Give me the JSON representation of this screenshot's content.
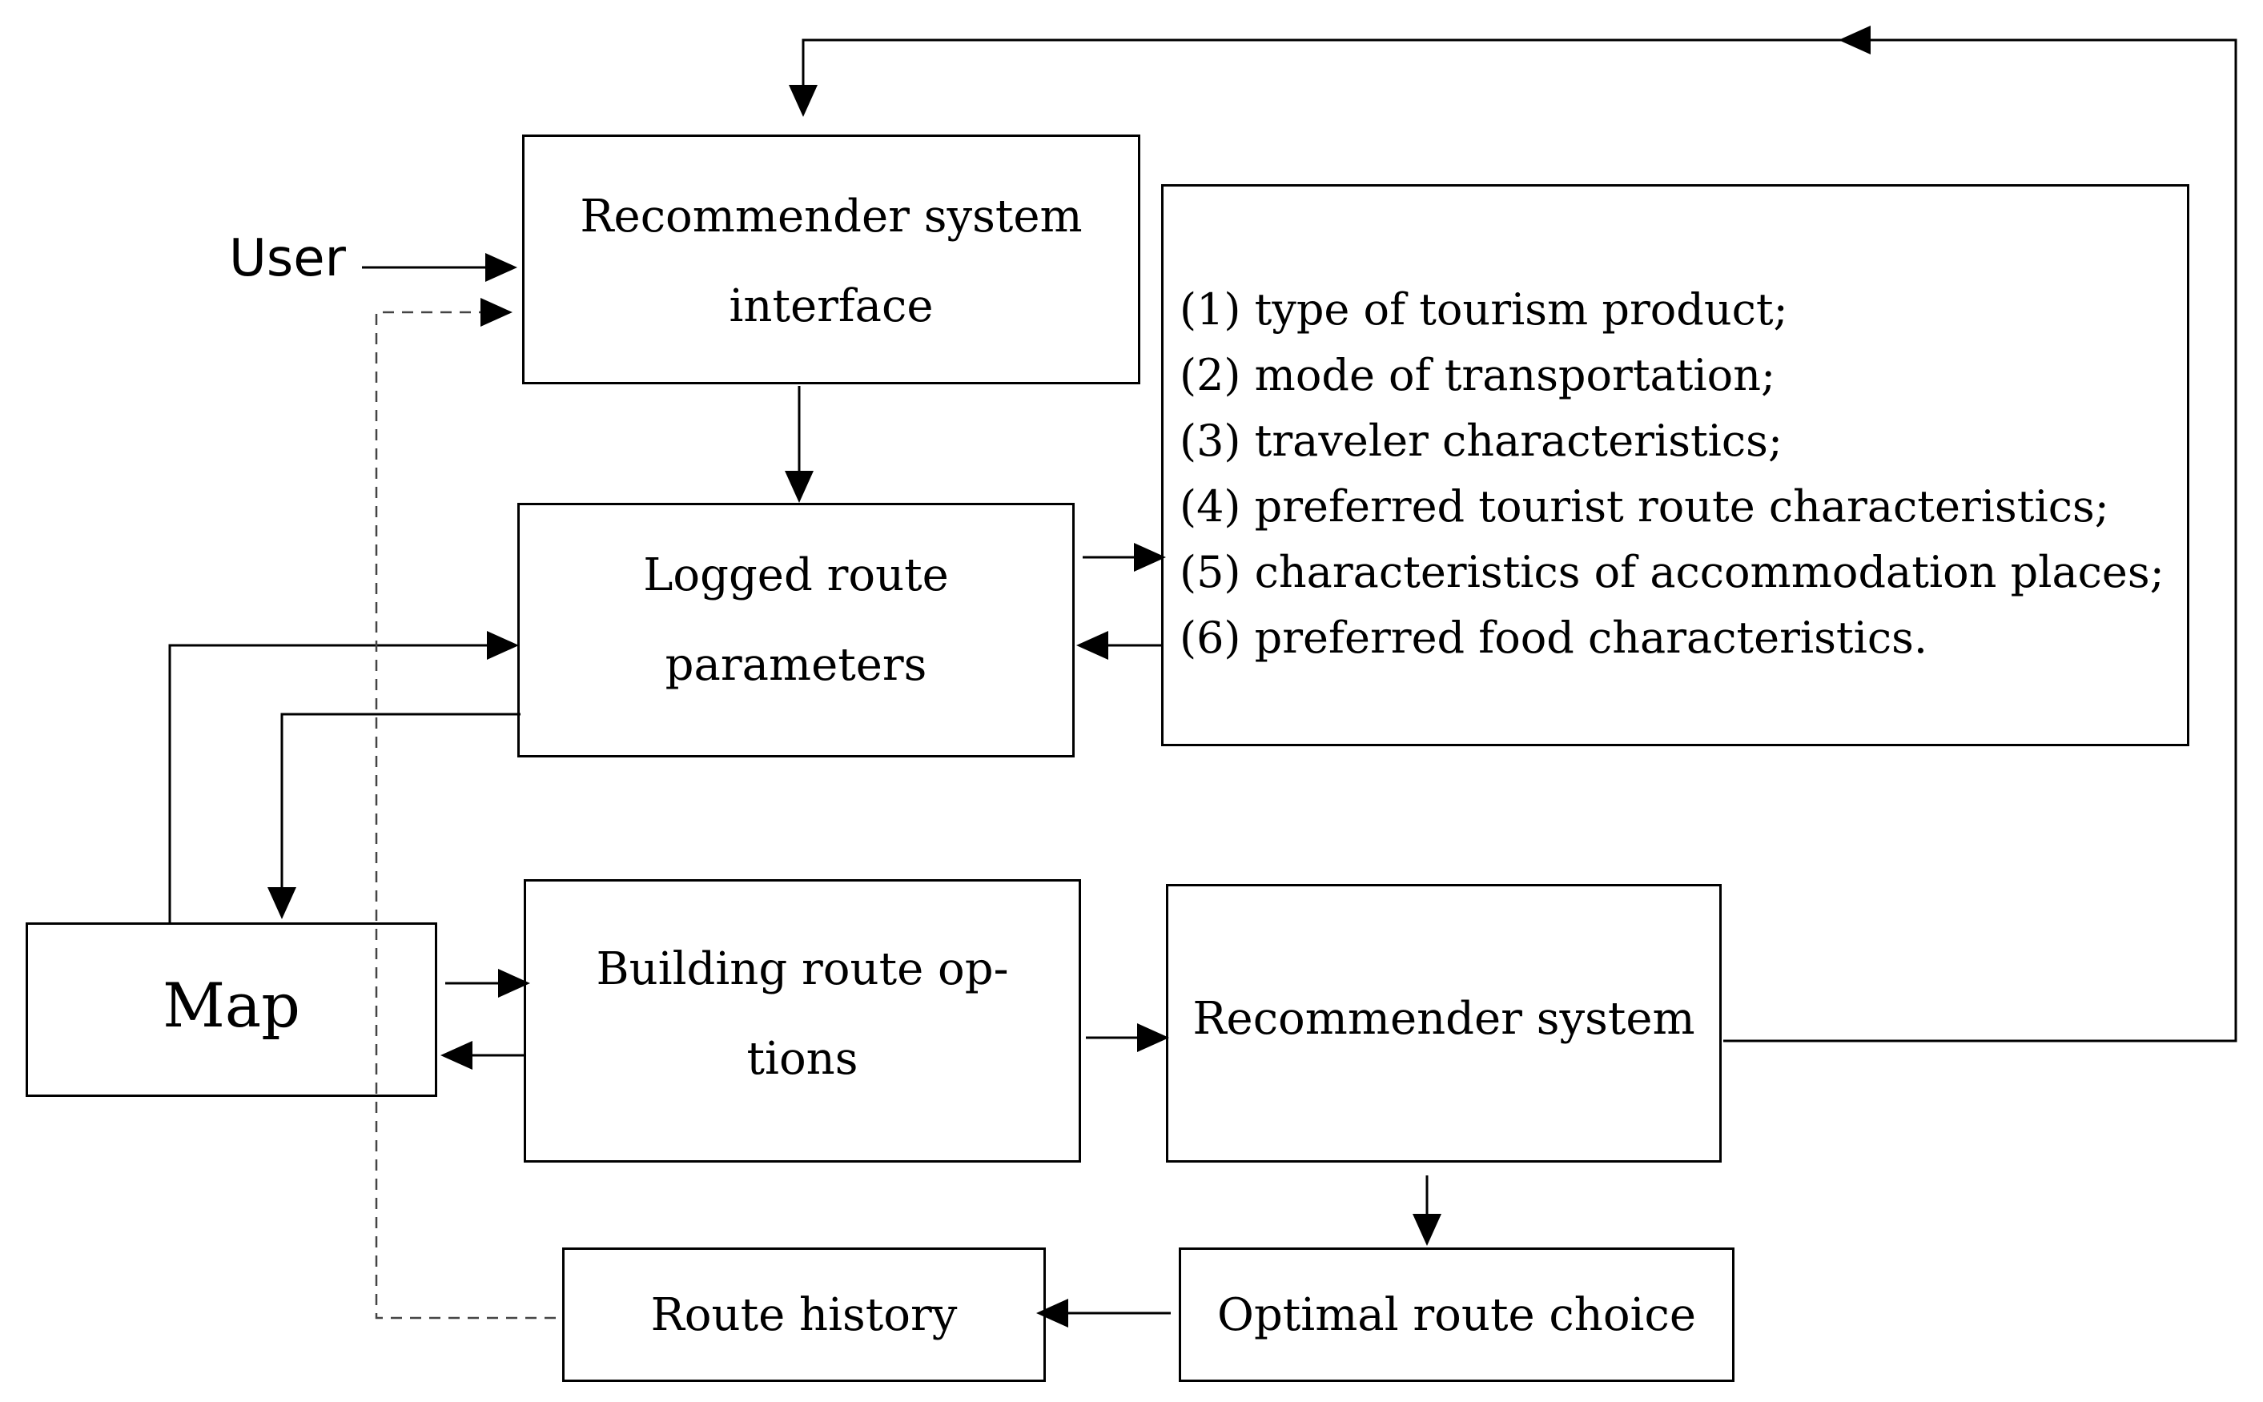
{
  "user_label": "User",
  "boxes": {
    "interface": {
      "lines": [
        "Recommender system",
        "interface"
      ]
    },
    "logged": {
      "lines": [
        "Logged route",
        "parameters"
      ]
    },
    "params": {
      "items": [
        "(1) type of tourism product;",
        "(2) mode of transportation;",
        "(3) traveler characteristics;",
        "(4) preferred tourist route characteristics;",
        "(5) characteristics of accommodation places;",
        "(6) preferred food characteristics."
      ]
    },
    "map": {
      "label": "Map"
    },
    "building": {
      "lines": [
        "Building route op-",
        "tions"
      ]
    },
    "recommender": {
      "label": "Recommender system"
    },
    "history": {
      "label": "Route history"
    },
    "optimal": {
      "label": "Optimal route choice"
    }
  }
}
